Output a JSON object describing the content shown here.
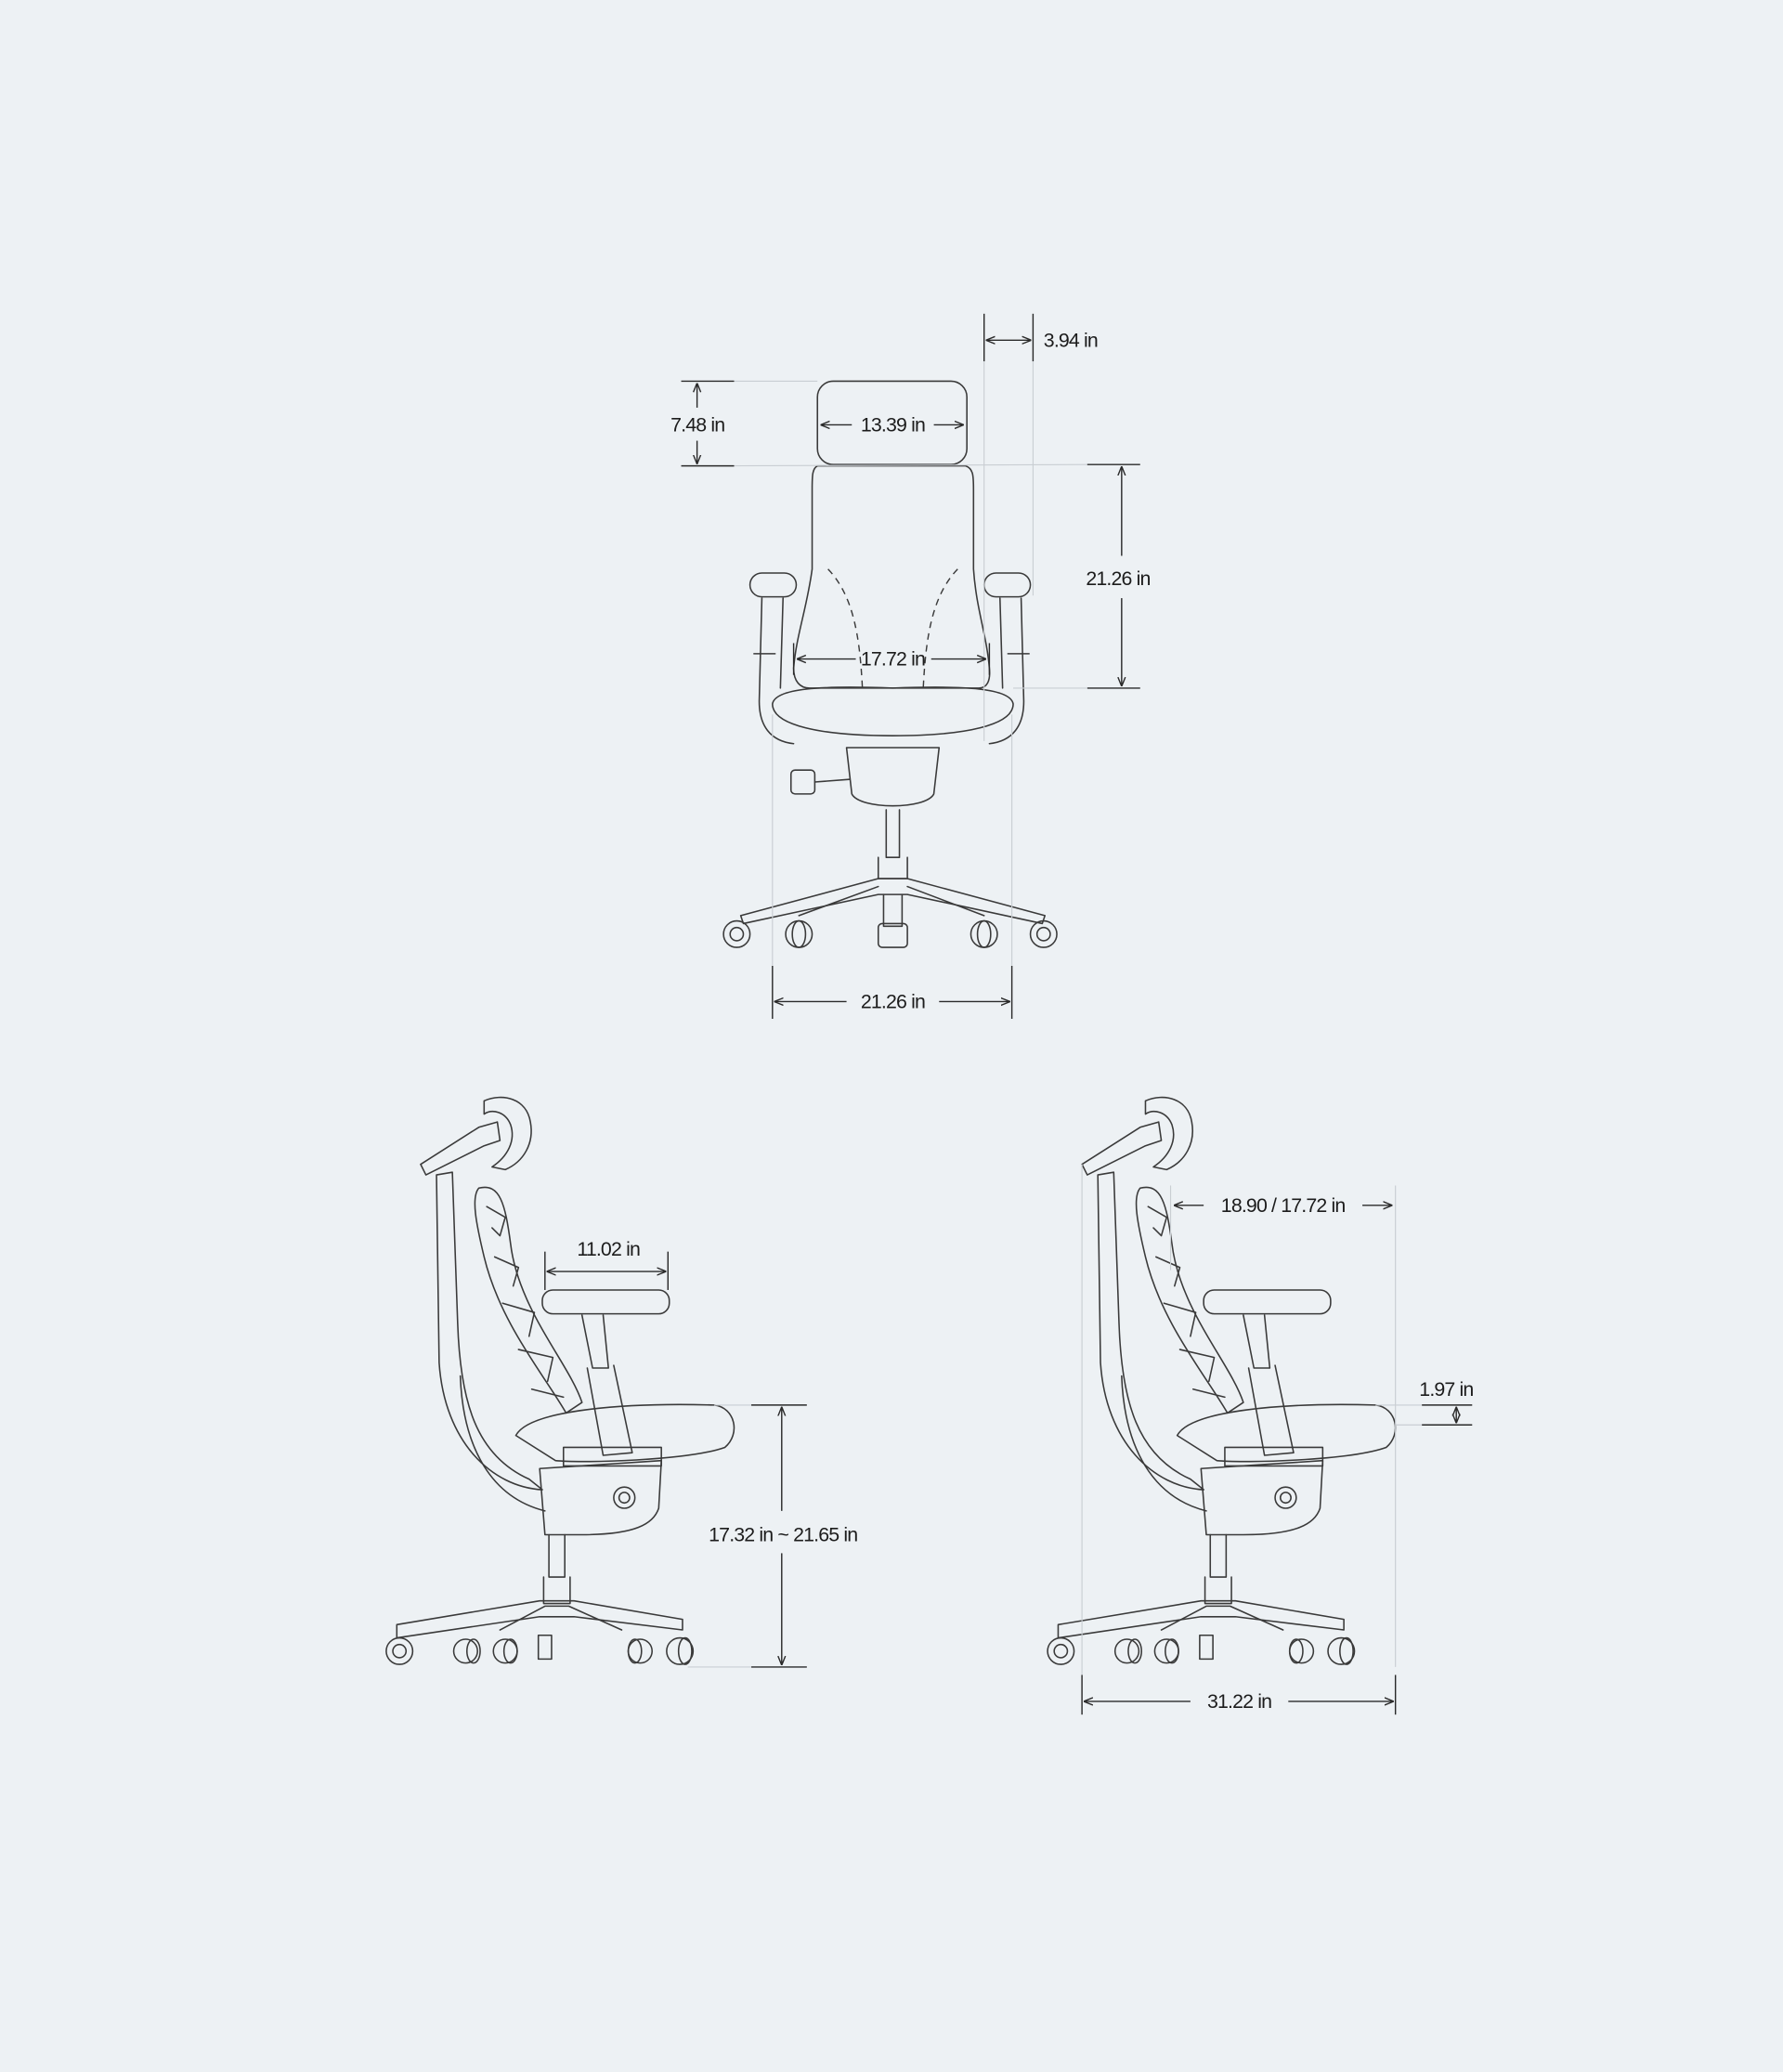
{
  "front_view": {
    "headrest_offset": "3.94 in",
    "headrest_height": "7.48 in",
    "headrest_width": "13.39 in",
    "backrest_height": "21.26 in",
    "backrest_width": "17.72 in",
    "base_width": "21.26 in"
  },
  "side_view_left": {
    "armrest_depth": "11.02 in",
    "seat_height": "17.32 in ~ 21.65 in"
  },
  "side_view_right": {
    "seat_depth": "18.90 / 17.72 in",
    "seat_slide": "1.97 in",
    "overall_depth": "31.22 in"
  },
  "colors": {
    "background": "#edf1f4",
    "line": "#3a3a3a",
    "guide": "#c9ced3"
  }
}
